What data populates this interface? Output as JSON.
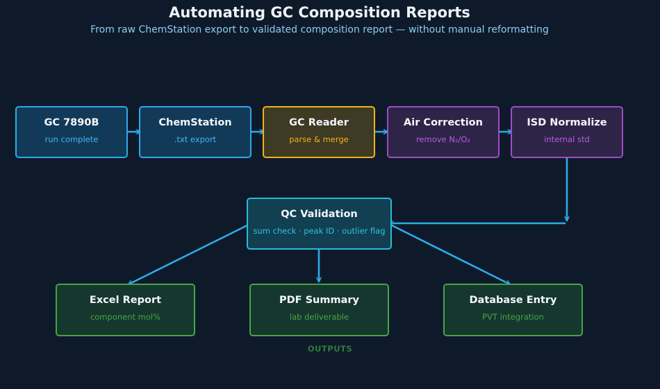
{
  "header": {
    "title": "Automating GC Composition Reports",
    "subtitle": "From raw ChemStation export to validated composition report — without manual reformatting"
  },
  "pipeline": [
    {
      "title": "GC 7890B",
      "subtitle": "run complete"
    },
    {
      "title": "ChemStation",
      "subtitle": ".txt export"
    },
    {
      "title": "GC Reader",
      "subtitle": "parse & merge"
    },
    {
      "title": "Air Correction",
      "subtitle": "remove N₂/O₂"
    },
    {
      "title": "ISD Normalize",
      "subtitle": "internal std"
    }
  ],
  "qc": {
    "title": "QC Validation",
    "subtitle": "sum check · peak ID · outlier flag"
  },
  "outputs": [
    {
      "title": "Excel Report",
      "subtitle": "component mol%"
    },
    {
      "title": "PDF Summary",
      "subtitle": "lab deliverable"
    },
    {
      "title": "Database Entry",
      "subtitle": "PVT integration"
    }
  ],
  "outputs_label": "OUTPUTS",
  "colors": {
    "background": "#0e1a2a",
    "arrow": "#2eaaea",
    "blue": "#2eaaea",
    "amber": "#f2b21b",
    "purple": "#a04cc6",
    "teal": "#28bcd8",
    "green": "#45a545"
  }
}
